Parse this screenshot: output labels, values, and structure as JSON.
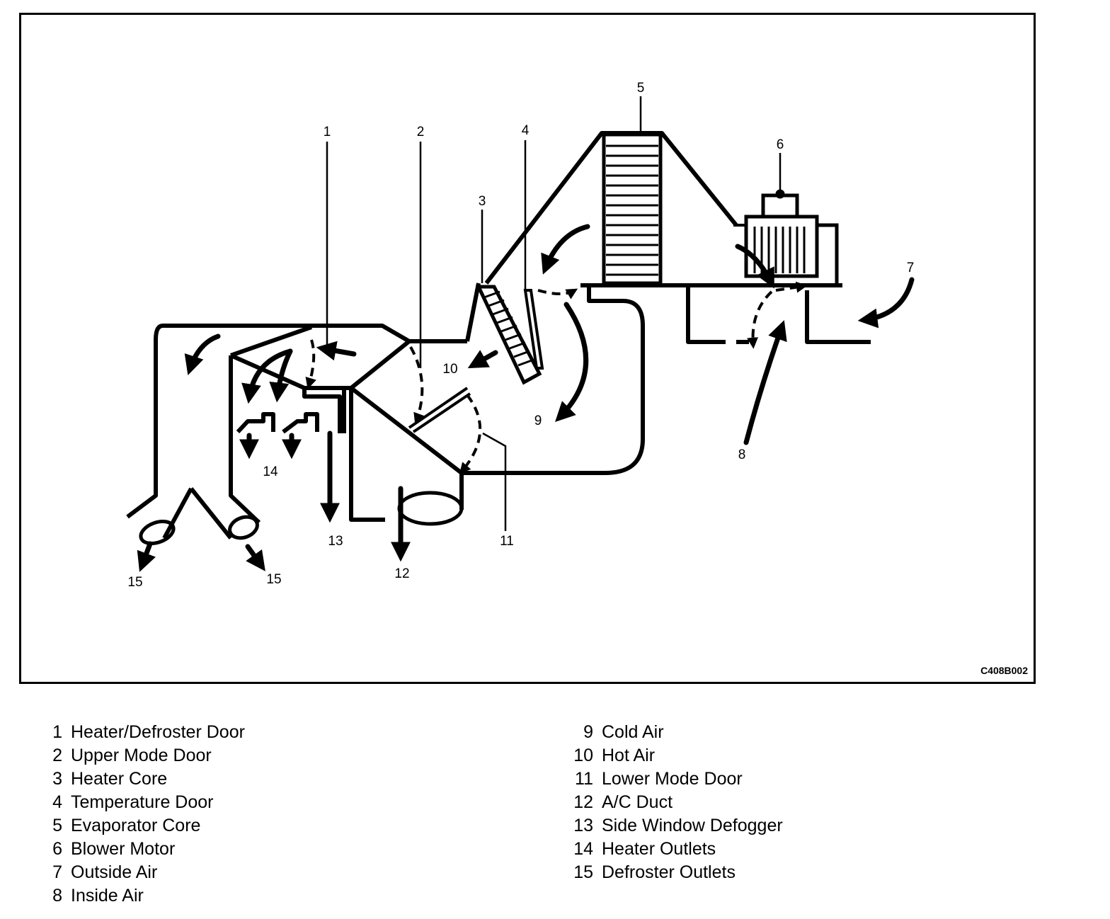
{
  "figure_code": "C408B002",
  "callouts": [
    "1",
    "2",
    "3",
    "4",
    "5",
    "6",
    "7",
    "8",
    "9",
    "10",
    "11",
    "12",
    "13",
    "14",
    "15"
  ],
  "legend": [
    {
      "num": "1",
      "label": "Heater/Defroster Door"
    },
    {
      "num": "2",
      "label": "Upper Mode Door"
    },
    {
      "num": "3",
      "label": "Heater Core"
    },
    {
      "num": "4",
      "label": "Temperature Door"
    },
    {
      "num": "5",
      "label": "Evaporator Core"
    },
    {
      "num": "6",
      "label": "Blower Motor"
    },
    {
      "num": "7",
      "label": "Outside Air"
    },
    {
      "num": "8",
      "label": "Inside Air"
    },
    {
      "num": "9",
      "label": "Cold Air"
    },
    {
      "num": "10",
      "label": "Hot Air"
    },
    {
      "num": "11",
      "label": "Lower Mode Door"
    },
    {
      "num": "12",
      "label": "A/C Duct"
    },
    {
      "num": "13",
      "label": "Side Window Defogger"
    },
    {
      "num": "14",
      "label": "Heater Outlets"
    },
    {
      "num": "15",
      "label": "Defroster Outlets"
    }
  ],
  "colors": {
    "ink": "#000000",
    "paper": "#ffffff"
  }
}
